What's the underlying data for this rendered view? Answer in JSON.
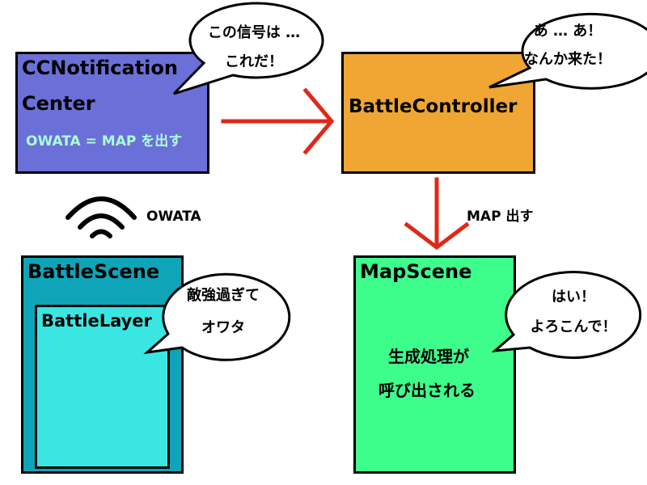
{
  "colors": {
    "notification": "#6b6fd8",
    "controller": "#f0a632",
    "scene": "#0fa5b9",
    "layer": "#3ae6e2",
    "map": "#3dfd8b",
    "arrow": "#e02818",
    "owata_text": "#a8ffd6"
  },
  "icons": {
    "signal": "wifi-icon"
  },
  "boxes": {
    "notification": {
      "title_line1": "CCNotification",
      "title_line2": "Center",
      "note": "OWATA = MAP を出す"
    },
    "controller": {
      "title": "BattleController"
    },
    "scene": {
      "title": "BattleScene"
    },
    "layer": {
      "title": "BattleLayer"
    },
    "map": {
      "title": "MapScene",
      "body_line1": "生成処理が",
      "body_line2": "呼び出される"
    }
  },
  "labels": {
    "owata": "OWATA",
    "map_out": "MAP 出す"
  },
  "bubbles": {
    "notification": [
      "この信号は …",
      "これだ！"
    ],
    "controller": [
      "あ … あ！",
      "なんか来た！"
    ],
    "layer": [
      "敵強過ぎて",
      "オワタ"
    ],
    "map": [
      "はい！",
      "よろこんで！"
    ]
  }
}
